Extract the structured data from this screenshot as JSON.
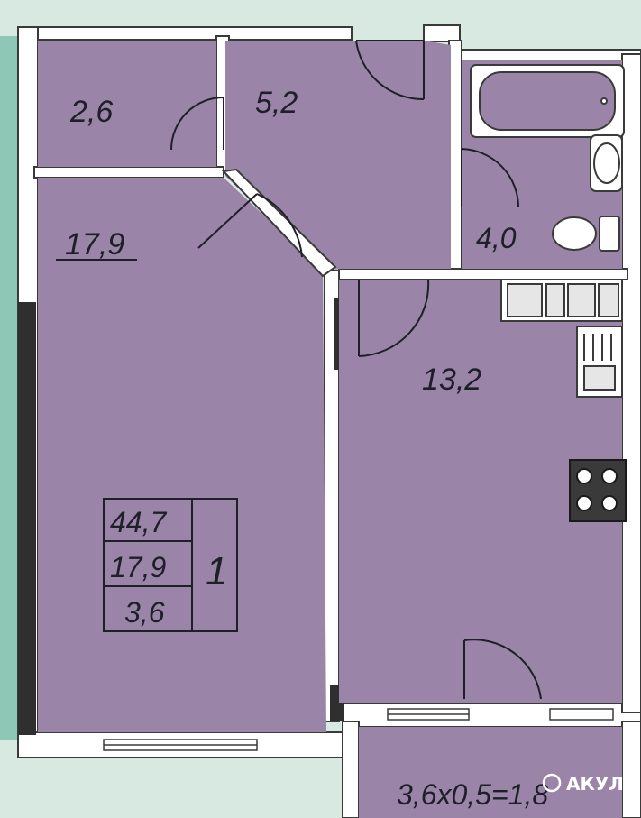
{
  "colors": {
    "room_fill": "#9a85a8",
    "wall": "#ffffff",
    "wall_outline": "#3a3a3a",
    "background": "#d7e9e1",
    "label": "#1f1f2a"
  },
  "rooms": {
    "storage": {
      "area": "2,6"
    },
    "hallway": {
      "area": "5,2"
    },
    "bathroom": {
      "area": "4,0"
    },
    "bedroom": {
      "area": "17,9"
    },
    "kitchen": {
      "area": "13,2"
    },
    "balcony": {
      "area": "3,6x0,5=1,8"
    }
  },
  "summary": {
    "total_area": "44,7",
    "living_area": "17,9",
    "balcony_area": "3,6",
    "room_count": "1"
  },
  "fixtures": [
    "bathtub-icon",
    "sink-icon",
    "toilet-icon",
    "kitchen-counter-icon",
    "kitchen-sink-icon",
    "stove-icon"
  ],
  "watermark": {
    "text": "АКУЛА"
  }
}
